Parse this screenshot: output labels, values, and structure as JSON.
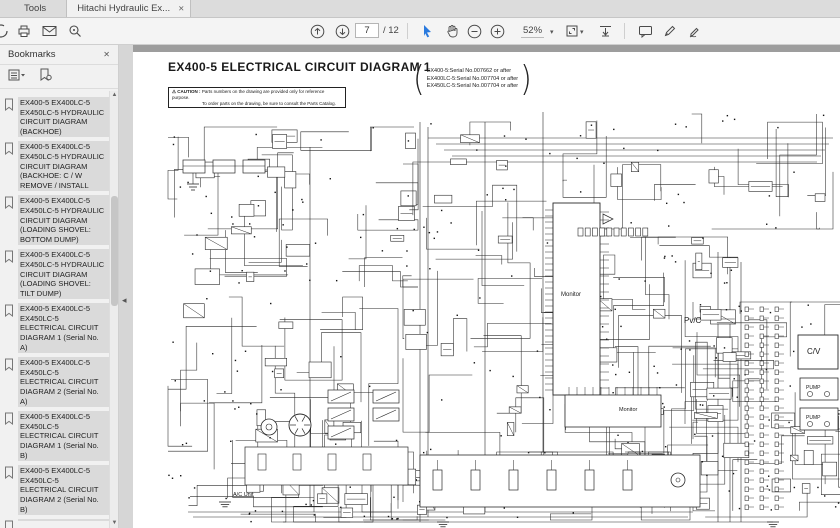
{
  "window": {
    "tools_tab": "Tools",
    "doc_tab": "Hitachi Hydraulic Ex...",
    "doc_tab_close": "✕"
  },
  "toolbar": {
    "page_current": "7",
    "page_total": "/ 12",
    "zoom_level": "52%"
  },
  "sidebar": {
    "title": "Bookmarks",
    "close": "✕",
    "items": [
      {
        "label": "EX400-5 EX400LC-5 EX450LC-5 HYDRAULIC CIRCUIT DIAGRAM (BACKHOE)"
      },
      {
        "label": "EX400-5 EX400LC-5 EX450LC-5 HYDRAULIC CIRCUIT DIAGRAM (BACKHOE: C / W REMOVE / INSTALL"
      },
      {
        "label": "EX400-5 EX400LC-5 EX450LC-5 HYDRAULIC CIRCUIT DIAGRAM (LOADING SHOVEL: BOTTOM DUMP)"
      },
      {
        "label": "EX400-5 EX400LC-5 EX450LC-5 HYDRAULIC CIRCUIT DIAGRAM (LOADING SHOVEL: TILT DUMP)"
      },
      {
        "label": "EX400-5 EX400LC-5 EX450LC-5 ELECTRICAL CIRCUIT DIAGRAM 1 (Serial No. A)"
      },
      {
        "label": "EX400-5 EX400LC-5 EX450LC-5 ELECTRICAL CIRCUIT DIAGRAM 2 (Serial No. A)"
      },
      {
        "label": "EX400-5 EX400LC-5 EX450LC-5 ELECTRICAL CIRCUIT DIAGRAM 1 (Serial No. B)"
      },
      {
        "label": "EX400-5 EX400LC-5 EX450LC-5 ELECTRICAL CIRCUIT DIAGRAM 2 (Serial No. B)"
      },
      {
        "label": ""
      }
    ]
  },
  "document": {
    "title": "EX400-5 ELECTRICAL CIRCUIT DIAGRAM 1",
    "serials": [
      "EX400-5:Serial No.007662 or after",
      "EX400LC-5:Serial No.007704 or after",
      "EX450LC-5:Serial No.007704 or after"
    ],
    "caution_label": "CAUTION :",
    "caution_line1": "Parts numbers on the drawing are provided only for reference purpose.",
    "caution_line2": "To order parts on the drawing, be sure to consult the Parts Catalog.",
    "labels": {
      "monitor1": "Monitor",
      "monitor2": "Monitor",
      "pvc": "Pv/C",
      "cv": "C/V",
      "pump1": "PUMP",
      "pump2": "PUMP",
      "ac_unit": "A/C Unit"
    }
  }
}
